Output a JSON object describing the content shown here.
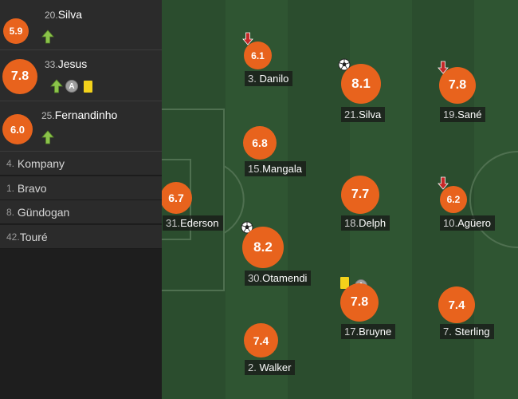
{
  "substitutes": [
    {
      "number": "20.",
      "name": "Silva",
      "rating": "5.9",
      "events": [
        "sub-in"
      ]
    },
    {
      "number": "33.",
      "name": "Jesus",
      "rating": "7.8",
      "events": [
        "sub-in",
        "assist",
        "yellow-card"
      ]
    },
    {
      "number": "25.",
      "name": "Fernandinho",
      "rating": "6.0",
      "events": [
        "sub-in"
      ]
    }
  ],
  "bench": [
    {
      "number": "4.",
      "name": "Kompany"
    },
    {
      "number": "1.",
      "name": "Bravo"
    },
    {
      "number": "8.",
      "name": "Gündogan"
    },
    {
      "number": "42.",
      "name": "Touré"
    }
  ],
  "players": [
    {
      "number": "31.",
      "name": "Ederson",
      "rating": "6.7",
      "events": []
    },
    {
      "number": "3.",
      "name": "Danilo",
      "rating": "6.1",
      "events": [
        "sub-off"
      ]
    },
    {
      "number": "15.",
      "name": "Mangala",
      "rating": "6.8",
      "events": []
    },
    {
      "number": "30.",
      "name": "Otamendi",
      "rating": "8.2",
      "events": [
        "goal"
      ]
    },
    {
      "number": "2.",
      "name": "Walker",
      "rating": "7.4",
      "events": []
    },
    {
      "number": "21.",
      "name": "Silva",
      "rating": "8.1",
      "events": [
        "goal"
      ]
    },
    {
      "number": "18.",
      "name": "Delph",
      "rating": "7.7",
      "events": []
    },
    {
      "number": "17.",
      "name": "Bruyne",
      "rating": "7.8",
      "events": [
        "yellow-card",
        "assist"
      ]
    },
    {
      "number": "19.",
      "name": "Sané",
      "rating": "7.8",
      "events": [
        "sub-off"
      ]
    },
    {
      "number": "10.",
      "name": "Agüero",
      "rating": "6.2",
      "events": [
        "sub-off"
      ]
    },
    {
      "number": "7.",
      "name": "Sterling",
      "rating": "7.4",
      "events": []
    }
  ],
  "assist_badge_letter": "A",
  "colors": {
    "rating": "#e8631d",
    "sub_in_arrow": "#8bc34a",
    "sub_off_arrow": "#c62828",
    "yellow_card": "#f3d21b",
    "pitch_dark": "#2b4d2e",
    "pitch_light": "#2f5532"
  },
  "icons": {
    "sub_in": "green-up-arrow-icon",
    "sub_off": "red-down-arrow-icon",
    "goal": "soccer-ball-icon",
    "assist": "assist-badge-icon",
    "yellow_card": "yellow-card-icon"
  }
}
